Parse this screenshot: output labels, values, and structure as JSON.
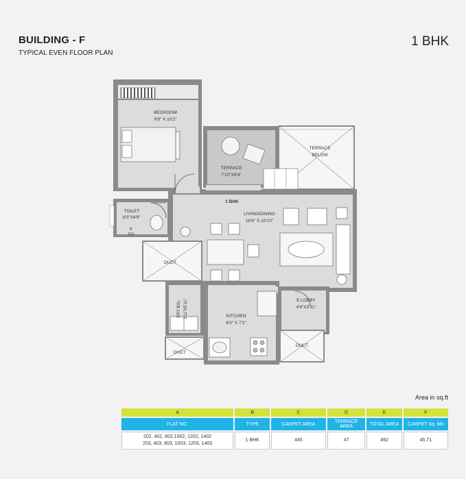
{
  "header": {
    "title": "BUILDING - F",
    "subtitle": "TYPICAL EVEN FLOOR PLAN",
    "unit_type": "1 BHK"
  },
  "plan": {
    "rooms": {
      "bedroom": {
        "name": "BEDROOM",
        "size": "9'9\" X 10'2\""
      },
      "terrace": {
        "name": "TERRACE",
        "size": "7'10\"X6'4\""
      },
      "terrace_below": {
        "line1": "TERRACE",
        "line2": "BELOW"
      },
      "unit_label": "1 BHK",
      "living": {
        "name": "LIVING/DINING",
        "size": "16'6\" X 10'10\""
      },
      "toilet": {
        "name": "TOILET",
        "size": "6'0\"X4'6\""
      },
      "duct_left": "DUCT",
      "dry_bal": {
        "name": "DRY BAL",
        "size": "3'11\"X5'11\""
      },
      "kitchen": {
        "name": "KITCHEN",
        "size": "8'0\" X 7'1\""
      },
      "e_lobby": {
        "name": "E.LOBBY",
        "size": "4'8\"X3'11\""
      },
      "duct_bottom": "DUCT",
      "duct_right": "DUCT",
      "ip": {
        "line1": "IP",
        "line2": "D/U"
      }
    }
  },
  "area_note": "Area in sq.ft",
  "area_table": {
    "letters": [
      "A",
      "B",
      "C",
      "D",
      "E",
      "F"
    ],
    "headers": [
      "FLAT NO.",
      "TYPE",
      "CARPET AREA",
      "TERRACE AREA",
      "TOTAL AREA",
      "CARPET Sq. Mtr"
    ],
    "row": {
      "flat_line1": "202, 402,  602,1002, 1202, 1402",
      "flat_line2": "203, 403, 603, 1003, 1203, 1403",
      "type": "1 BHK",
      "carpet": "445",
      "terrace": "47",
      "total": "492",
      "carpet_sqm": "45.71"
    }
  },
  "colors": {
    "wall": "#8a8a8a",
    "floor": "#dcdcdc",
    "terrace_fill": "#c9c9c9",
    "accent_yellow": "#d5e23a",
    "accent_blue": "#1fb3e6"
  }
}
